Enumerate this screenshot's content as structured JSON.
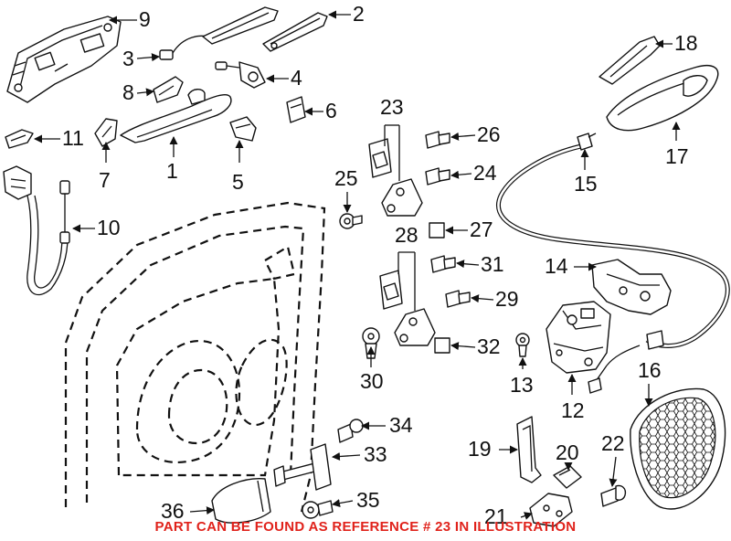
{
  "diagram": {
    "note": "PART CAN BE FOUND AS REFERENCE # 23 IN ILLUSTRATION",
    "colors": {
      "note": "#e0221b",
      "ink": "#111111",
      "paper": "#ffffff"
    },
    "callouts": {
      "c1": "1",
      "c2": "2",
      "c3": "3",
      "c4": "4",
      "c5": "5",
      "c6": "6",
      "c7": "7",
      "c8": "8",
      "c9": "9",
      "c10": "10",
      "c11": "11",
      "c12": "12",
      "c13": "13",
      "c14": "14",
      "c15": "15",
      "c16": "16",
      "c17": "17",
      "c18": "18",
      "c19": "19",
      "c20": "20",
      "c21": "21",
      "c22": "22",
      "c23": "23",
      "c24": "24",
      "c25": "25",
      "c26": "26",
      "c27": "27",
      "c28": "28",
      "c29": "29",
      "c30": "30",
      "c31": "31",
      "c32": "32",
      "c33": "33",
      "c34": "34",
      "c35": "35",
      "c36": "36"
    }
  }
}
